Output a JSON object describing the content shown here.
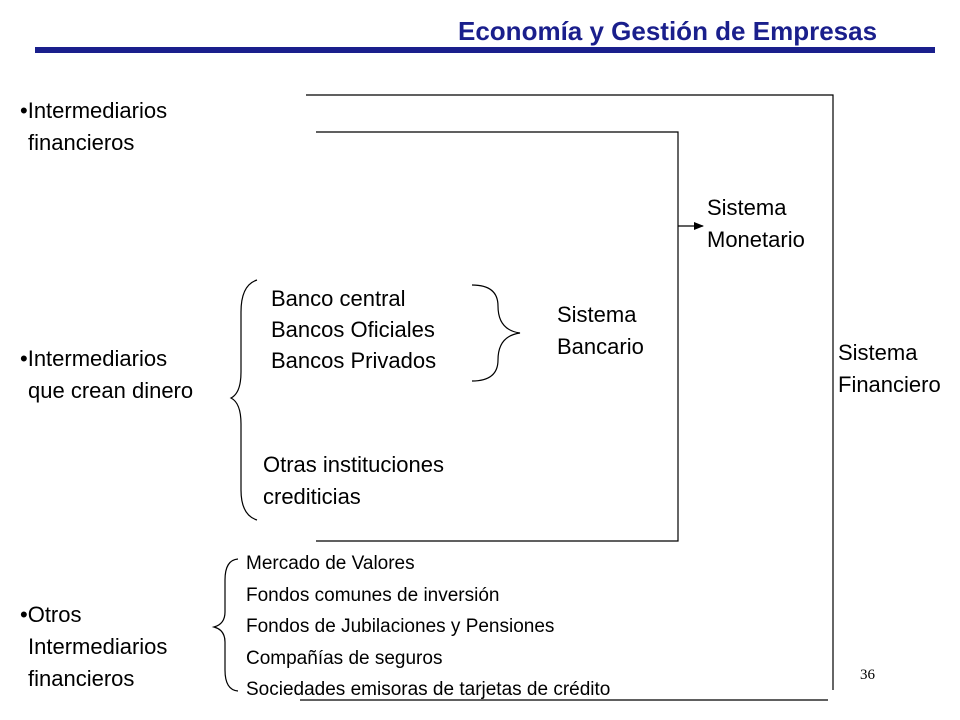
{
  "header": {
    "title": "Economía y Gestión de Empresas",
    "accent_color": "#1a1f8c"
  },
  "left_labels": [
    {
      "bullet": "•",
      "line1": "Intermediarios",
      "line2": "financieros"
    },
    {
      "bullet": "•",
      "line1": "Intermediarios",
      "line2": "que crean dinero"
    },
    {
      "bullet": "•",
      "line1": "Otros",
      "line2": "Intermediarios",
      "line3": "financieros"
    }
  ],
  "creators_top": [
    "Banco central",
    "Bancos Oficiales",
    "Bancos Privados"
  ],
  "creators_bottom": [
    "Otras instituciones",
    "crediticias"
  ],
  "others": [
    "Mercado de Valores",
    "Fondos comunes de inversión",
    "Fondos de Jubilaciones y Pensiones",
    "Compañías  de seguros",
    "Sociedades emisoras de tarjetas de crédito"
  ],
  "systems": {
    "bancario": [
      "Sistema",
      "Bancario"
    ],
    "monetario": [
      "Sistema",
      "Monetario"
    ],
    "financiero": [
      "Sistema",
      "Financiero"
    ]
  },
  "page_number": "36"
}
